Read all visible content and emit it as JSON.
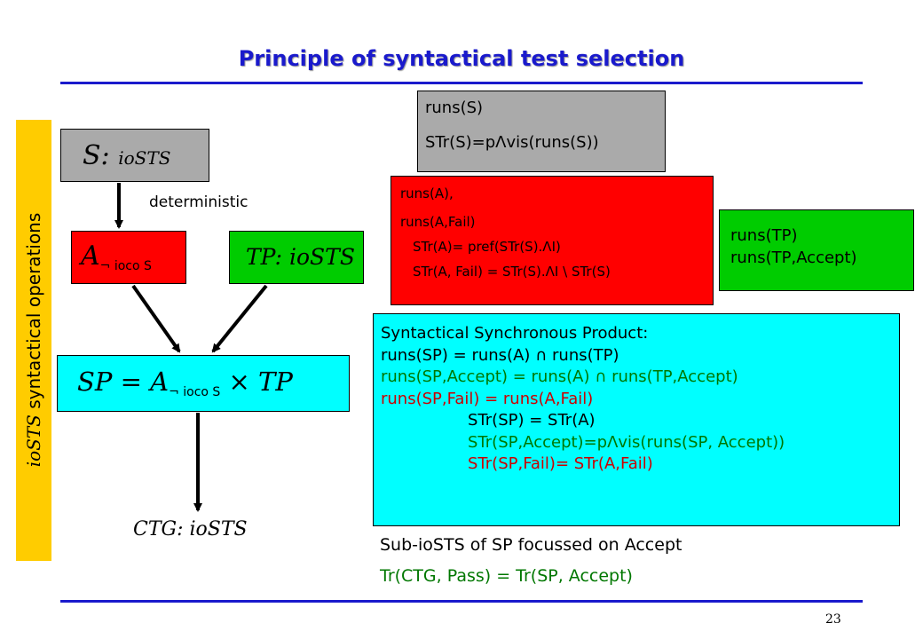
{
  "title": "Principle of syntactical test selection",
  "sidebar": {
    "italic": "ioSTS",
    "rest": " syntactical operations"
  },
  "boxS": {
    "label": "S:",
    "sub": "ioSTS"
  },
  "edge_deterministic": "deterministic",
  "boxA": {
    "label": "A",
    "sub": "¬ ioco S"
  },
  "boxTP": {
    "label": "TP: ioSTS"
  },
  "boxSP": {
    "p1": "SP = A",
    "sub": "¬ ioco S",
    "p2": " × TP"
  },
  "ctg": "CTG: ioSTS",
  "grey": {
    "l1": "runs(S)",
    "l2": "STr(S)=pΛvis(runs(S))"
  },
  "red": {
    "l1": "runs(A),",
    "l2": "runs(A,Fail)",
    "l3": "STr(A)= pref(STr(S).ΛI)",
    "l4": "STr(A, Fail) = STr(S).ΛI \\ STr(S)"
  },
  "green": {
    "l1": "runs(TP)",
    "l2": "runs(TP,Accept)"
  },
  "cyan": {
    "l1": "Syntactical Synchronous Product:",
    "l2": "runs(SP) = runs(A) ∩ runs(TP)",
    "l3": "runs(SP,Accept) = runs(A) ∩ runs(TP,Accept)",
    "l4": "runs(SP,Fail) = runs(A,Fail)",
    "l5": "STr(SP) = STr(A)",
    "l6": "STr(SP,Accept)=pΛvis(runs(SP, Accept))",
    "l7": "STr(SP,Fail)= STr(A,Fail)"
  },
  "bottom": {
    "l1": "Sub-ioSTS of SP  focussed on Accept",
    "l2": "Tr(CTG, Pass) = Tr(SP, Accept)"
  },
  "page_number": "23",
  "colors": {
    "title": "#1a1acc",
    "red": "#ff0000",
    "green": "#00cc00",
    "cyan": "#00ffff",
    "grey": "#aaaaaa",
    "yellow": "#ffcc00",
    "dark_green": "#007700"
  }
}
